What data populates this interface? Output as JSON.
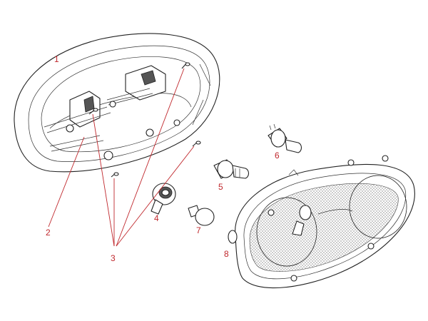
{
  "parts": [
    {
      "id": "1",
      "label": "1"
    },
    {
      "id": "2",
      "label": "2"
    },
    {
      "id": "3",
      "label": "3"
    },
    {
      "id": "4",
      "label": "4"
    },
    {
      "id": "5",
      "label": "5"
    },
    {
      "id": "6",
      "label": "6"
    },
    {
      "id": "7",
      "label": "7"
    },
    {
      "id": "8",
      "label": "8"
    }
  ],
  "colors": {
    "label": "#c0282d",
    "line": "#222222",
    "hatch": "#bdbdbd"
  }
}
